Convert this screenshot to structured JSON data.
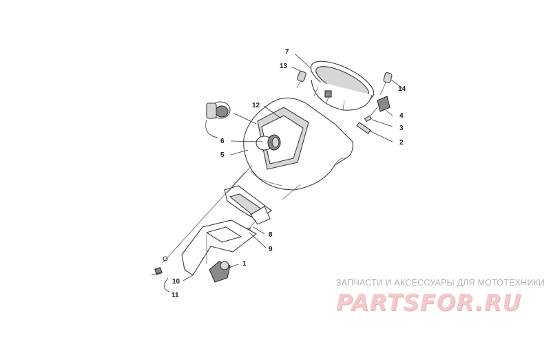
{
  "callouts": [
    "1",
    "2",
    "3",
    "4",
    "5",
    "6",
    "7",
    "8",
    "9",
    "10",
    "11",
    "12",
    "13",
    "14"
  ],
  "watermark": {
    "caption": "ЗАПЧАСТИ И АКСЕССУАРЫ ДЛЯ МОТОТЕХНИКИ",
    "logo": "PARTSFOR.RU"
  },
  "colors": {
    "line": "#333333",
    "watermark_caption": "#b5b5b5",
    "watermark_logo": "#f3c9cc"
  }
}
